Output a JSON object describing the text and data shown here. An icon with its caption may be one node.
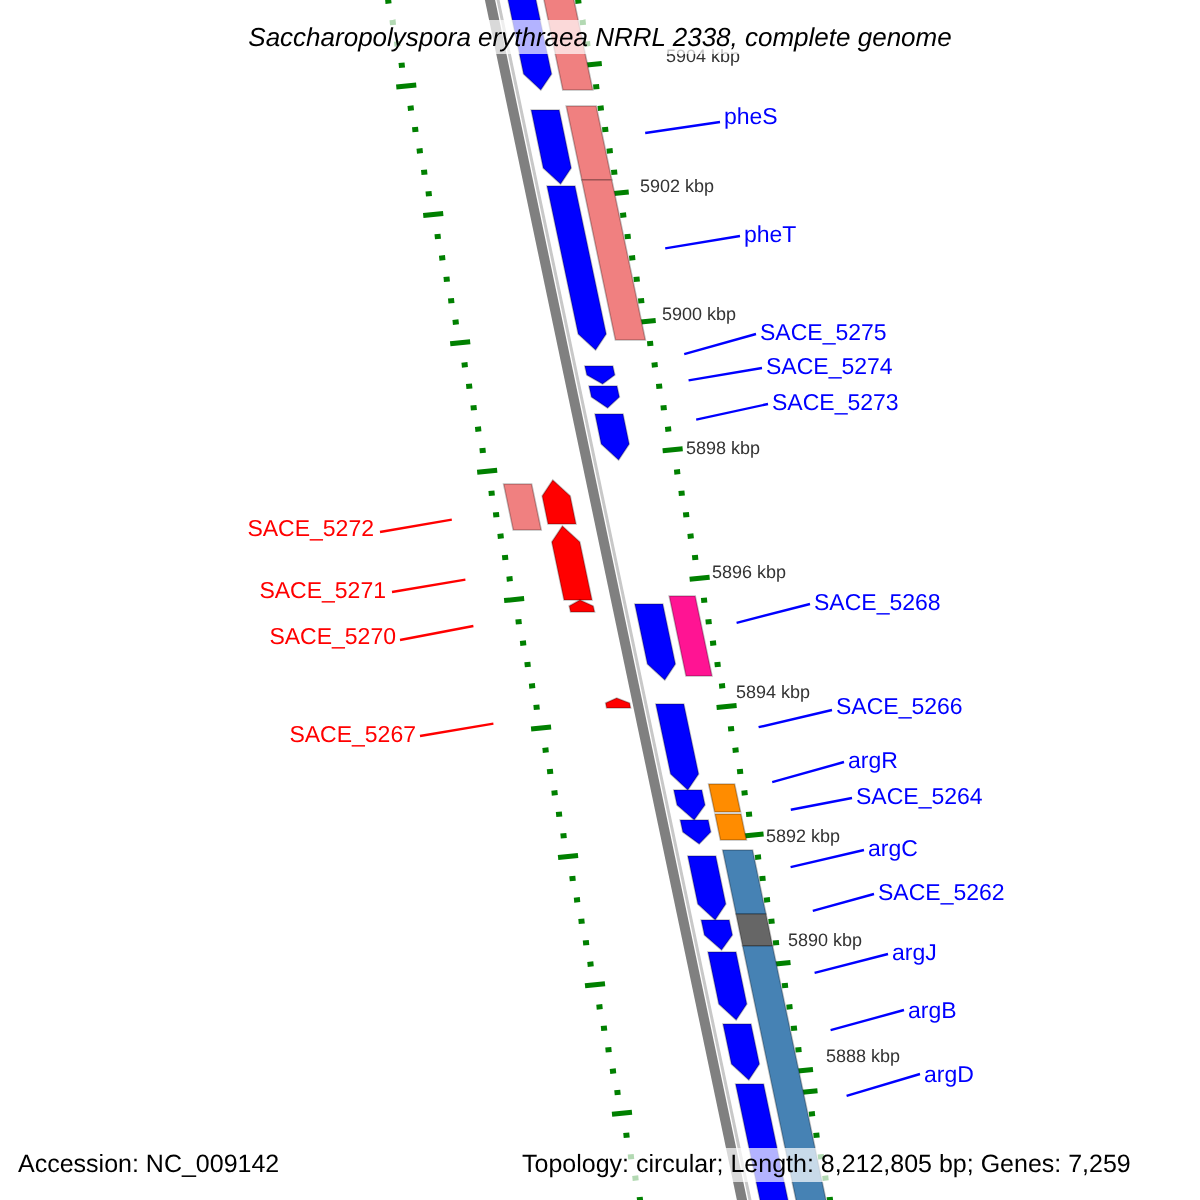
{
  "diagram": {
    "title": "Saccharopolyspora erythraea NRRL 2338, complete genome",
    "nodes": [
      {
        "text": [
          "pheS"
        ]
      },
      {
        "text": [
          "pheT"
        ]
      },
      {
        "text": [
          "SACE_5275"
        ]
      },
      {
        "text": [
          "SACE_5274"
        ]
      },
      {
        "text": [
          "SACE_5273"
        ]
      },
      {
        "text": [
          "SACE_5272"
        ]
      },
      {
        "text": [
          "SACE_5271"
        ]
      },
      {
        "text": [
          "SACE_5270"
        ]
      },
      {
        "text": [
          "SACE_5267"
        ]
      },
      {
        "text": [
          "SACE_5268"
        ]
      },
      {
        "text": [
          "SACE_5266"
        ]
      },
      {
        "text": [
          "argR"
        ]
      },
      {
        "text": [
          "SACE_5264"
        ]
      },
      {
        "text": [
          "argC"
        ]
      },
      {
        "text": [
          "SACE_5262"
        ]
      },
      {
        "text": [
          "argJ"
        ]
      },
      {
        "text": [
          "argB"
        ]
      },
      {
        "text": [
          "argD"
        ]
      }
    ],
    "edges": [
      {
        "from": 0,
        "to": null,
        "arrow": "none"
      },
      {
        "from": 1,
        "to": null,
        "arrow": "none"
      },
      {
        "from": 2,
        "to": null,
        "arrow": "none"
      },
      {
        "from": 3,
        "to": null,
        "arrow": "none"
      },
      {
        "from": 4,
        "to": null,
        "arrow": "none"
      },
      {
        "from": 5,
        "to": null,
        "arrow": "none",
        "color": "#ff0000"
      },
      {
        "from": 6,
        "to": null,
        "arrow": "none",
        "color": "#ff0000"
      },
      {
        "from": 7,
        "to": null,
        "arrow": "none",
        "color": "#ff0000"
      },
      {
        "from": 8,
        "to": null,
        "arrow": "none",
        "color": "#ff0000"
      },
      {
        "from": 9,
        "to": null,
        "arrow": "none"
      },
      {
        "from": 10,
        "to": null,
        "arrow": "none"
      },
      {
        "from": 11,
        "to": null,
        "arrow": "none"
      },
      {
        "from": 12,
        "to": null,
        "arrow": "none"
      },
      {
        "from": 13,
        "to": null,
        "arrow": "none"
      },
      {
        "from": 14,
        "to": null,
        "arrow": "none"
      },
      {
        "from": 15,
        "to": null,
        "arrow": "none"
      },
      {
        "from": 16,
        "to": null,
        "arrow": "none"
      },
      {
        "from": 17,
        "to": null,
        "arrow": "none"
      }
    ],
    "labels": [
      "5904 kbp",
      "5902 kbp",
      "5900 kbp",
      "5898 kbp",
      "5896 kbp",
      "5894 kbp",
      "5892 kbp",
      "5890 kbp",
      "5888 kbp",
      "Accession: NC_009142",
      "Topology: circular; Length: 8,212,805 bp; Genes: 7,259"
    ]
  }
}
